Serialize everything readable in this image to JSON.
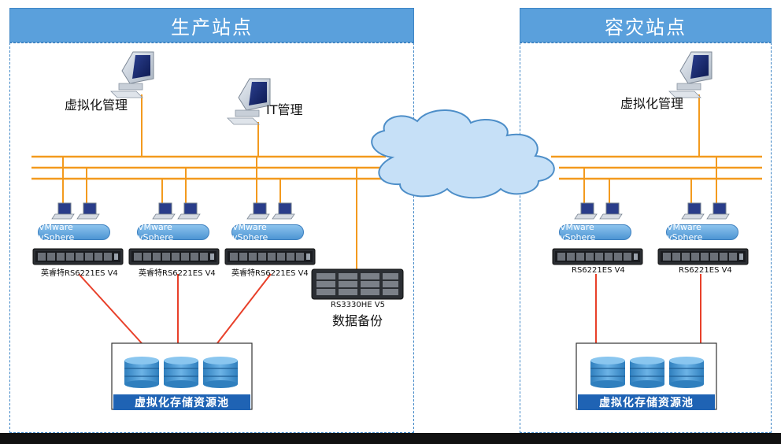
{
  "sites": {
    "production": {
      "title": "生产站点"
    },
    "dr": {
      "title": "容灾站点"
    }
  },
  "labels": {
    "virt_mgmt": "虚拟化管理",
    "it_mgmt": "IT管理",
    "vsphere": "VMware vSphere",
    "server_prod": "英睿特RS6221ES V4",
    "server_dr": "RS6221ES V4",
    "backup_model": "RS3330HE V5",
    "backup_caption": "数据备份",
    "pool": "虚拟化存储资源池"
  },
  "colors": {
    "header": "#5aa0dc",
    "network_line": "#f39a1e",
    "san_line": "#e8402a",
    "pool_bar": "#1f63b4",
    "disk": "#3a8bc6",
    "cloud": "#c6e0f7"
  },
  "icons": [
    "desktop-computer-icon",
    "laptop-icon",
    "rack-server-icon",
    "storage-disk-icon",
    "cloud-icon"
  ]
}
